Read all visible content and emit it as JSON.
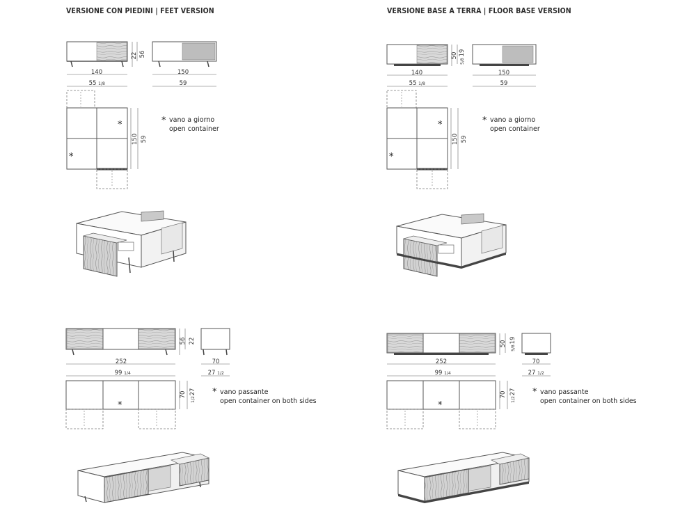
{
  "headers": {
    "feet": "VERSIONE CON PIEDINI  |  FEET VERSION",
    "floor": "VERSIONE BASE A TERRA  |  FLOOR BASE VERSION"
  },
  "dims": {
    "d140": "140",
    "d55": "55",
    "d55f": "1/8",
    "d150": "150",
    "d59": "59",
    "d56": "56",
    "d22": "22",
    "d50": "50",
    "d19": "19",
    "d19f": "5/8",
    "d252": "252",
    "d99": "99",
    "d99f": "1/4",
    "d70": "70",
    "d27": "27",
    "d27f": "1/2"
  },
  "notes": {
    "star": "*",
    "open_it": "vano a giorno",
    "open_en": "open container",
    "pass_it": "vano passante",
    "pass_en": "open container on both sides"
  }
}
